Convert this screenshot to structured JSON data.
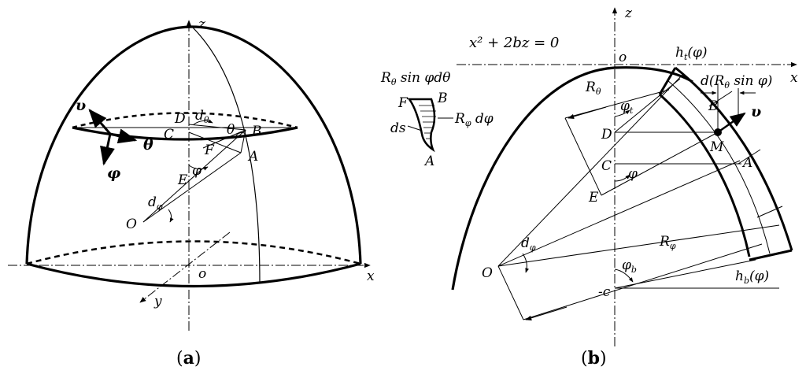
{
  "panel_a": {
    "caption_open": "(",
    "caption_letter": "a",
    "caption_close": ")",
    "labels": {
      "z": "z",
      "x": "x",
      "y": "y",
      "o": "o",
      "O": "O",
      "D": "D",
      "C": "C",
      "B": "B",
      "A": "A",
      "E": "E",
      "F": "F",
      "theta_axis": "θ",
      "theta_angle": "θ",
      "phi_axis": "φ",
      "phi_angle": "φ",
      "upsilon": "υ",
      "d_theta": "d",
      "d_theta_sub": "θ",
      "d_phi": "d",
      "d_phi_sub": "φ"
    }
  },
  "panel_b": {
    "caption_open": "(",
    "caption_letter": "b",
    "caption_close": ")",
    "equation": "x² + 2bz = 0",
    "labels": {
      "z": "z",
      "x": "x",
      "o": "o",
      "O": "O",
      "D": "D",
      "C": "C",
      "E": "E",
      "A": "A",
      "B": "B",
      "M": "M",
      "minus_c": "-c",
      "upsilon": "υ",
      "R_theta": "R",
      "R_theta_sub": "θ",
      "R_phi": "R",
      "R_phi_sub": "φ",
      "phi": "φ",
      "phi_t": "φ",
      "phi_t_sub": "t",
      "phi_b": "φ",
      "phi_b_sub": "b",
      "d_phi": "d",
      "d_phi_sub": "φ",
      "h_t": "h",
      "h_t_sub": "t",
      "h_t_arg": "(φ)",
      "h_b": "h",
      "h_b_sub": "b",
      "h_b_arg": "(φ)",
      "d_Rsin": "d(R",
      "d_Rsin_sub": "θ",
      "d_Rsin_tail": " sin φ)"
    }
  },
  "inset": {
    "R_theta_sin": "R",
    "R_theta_sin_sub": "θ",
    "R_theta_sin_tail": " sin φdθ",
    "R_phi_dphi": "R",
    "R_phi_dphi_sub": "φ",
    "R_phi_dphi_tail": " dφ",
    "F": "F",
    "B": "B",
    "ds": "ds",
    "A": "A"
  }
}
